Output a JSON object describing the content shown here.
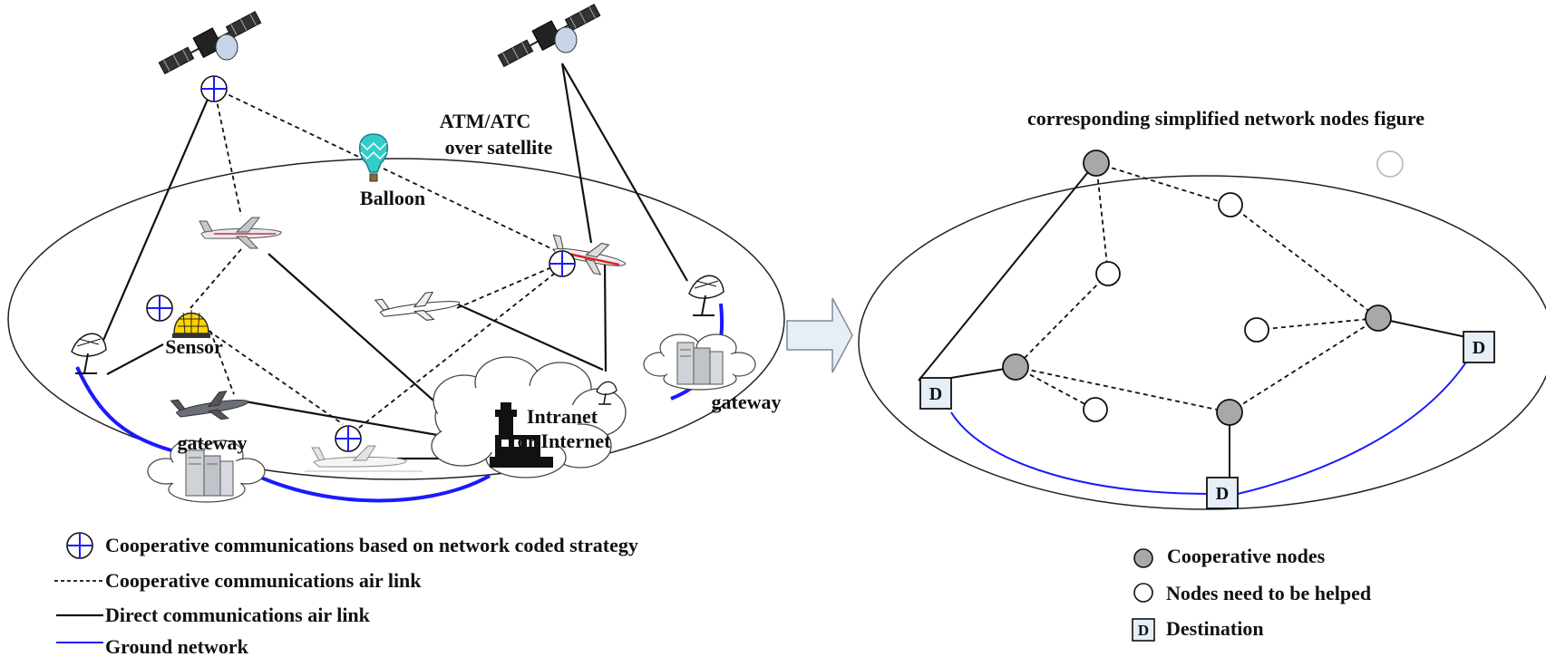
{
  "left_labels": {
    "atm_line1": "ATM/ATC",
    "atm_line2": "over satellite",
    "balloon": "Balloon",
    "sensor": "Sensor",
    "gateway_left": "gateway",
    "gateway_right": "gateway",
    "intranet_line1": "Intranet",
    "intranet_line2": "or Internet"
  },
  "left_legend": [
    {
      "symbol": "coded-node",
      "text": "Cooperative communications based on network coded strategy"
    },
    {
      "symbol": "dashed-line",
      "text": "Cooperative communications air link"
    },
    {
      "symbol": "solid-black-line",
      "text": "Direct communications air link"
    },
    {
      "symbol": "solid-blue-line",
      "text": "Ground network"
    }
  ],
  "right_title": "corresponding simplified network nodes figure",
  "destination_letter": "D",
  "right_legend": [
    {
      "symbol": "gray-circle",
      "text": "Cooperative nodes"
    },
    {
      "symbol": "white-circle",
      "text": "Nodes need to be helped"
    },
    {
      "symbol": "destination-square",
      "text": "Destination",
      "letter": "D"
    }
  ],
  "colors": {
    "ground_network": "#1a1aff",
    "cooperative_node": "#a8a8a8",
    "destination_fill": "#e6eef8",
    "arrow_fill": "#e8eef6",
    "balloon": "#33cccc",
    "sensor": "#ffd400"
  }
}
